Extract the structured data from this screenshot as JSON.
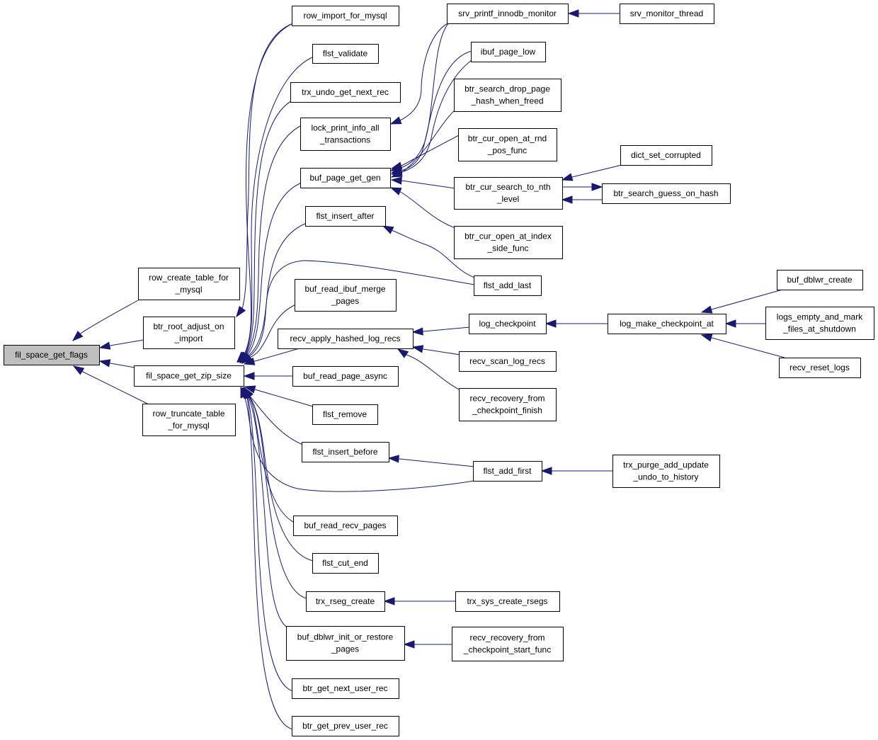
{
  "graph": {
    "nodes": [
      {
        "id": "fil_space_get_flags",
        "lines": [
          "fil_space_get_flags"
        ],
        "root": true
      },
      {
        "id": "row_create_table_for_mysql",
        "lines": [
          "row_create_table_for",
          "_mysql"
        ]
      },
      {
        "id": "btr_root_adjust_on_import",
        "lines": [
          "btr_root_adjust_on",
          "_import"
        ]
      },
      {
        "id": "fil_space_get_zip_size",
        "lines": [
          "fil_space_get_zip_size"
        ]
      },
      {
        "id": "row_truncate_table_for_mysql",
        "lines": [
          "row_truncate_table",
          "_for_mysql"
        ]
      },
      {
        "id": "row_import_for_mysql",
        "lines": [
          "row_import_for_mysql"
        ]
      },
      {
        "id": "flst_validate",
        "lines": [
          "flst_validate"
        ]
      },
      {
        "id": "trx_undo_get_next_rec",
        "lines": [
          "trx_undo_get_next_rec"
        ]
      },
      {
        "id": "lock_print_info_all_transactions",
        "lines": [
          "lock_print_info_all",
          "_transactions"
        ]
      },
      {
        "id": "buf_page_get_gen",
        "lines": [
          "buf_page_get_gen"
        ]
      },
      {
        "id": "flst_insert_after",
        "lines": [
          "flst_insert_after"
        ]
      },
      {
        "id": "buf_read_ibuf_merge_pages",
        "lines": [
          "buf_read_ibuf_merge",
          "_pages"
        ]
      },
      {
        "id": "recv_apply_hashed_log_recs",
        "lines": [
          "recv_apply_hashed_log_recs"
        ]
      },
      {
        "id": "buf_read_page_async",
        "lines": [
          "buf_read_page_async"
        ]
      },
      {
        "id": "flst_remove",
        "lines": [
          "flst_remove"
        ]
      },
      {
        "id": "flst_insert_before",
        "lines": [
          "flst_insert_before"
        ]
      },
      {
        "id": "buf_read_recv_pages",
        "lines": [
          "buf_read_recv_pages"
        ]
      },
      {
        "id": "flst_cut_end",
        "lines": [
          "flst_cut_end"
        ]
      },
      {
        "id": "trx_rseg_create",
        "lines": [
          "trx_rseg_create"
        ]
      },
      {
        "id": "buf_dblwr_init_or_restore_pages",
        "lines": [
          "buf_dblwr_init_or_restore",
          "_pages"
        ]
      },
      {
        "id": "btr_get_next_user_rec",
        "lines": [
          "btr_get_next_user_rec"
        ]
      },
      {
        "id": "btr_get_prev_user_rec",
        "lines": [
          "btr_get_prev_user_rec"
        ]
      },
      {
        "id": "srv_printf_innodb_monitor",
        "lines": [
          "srv_printf_innodb_monitor"
        ]
      },
      {
        "id": "ibuf_page_low",
        "lines": [
          "ibuf_page_low"
        ]
      },
      {
        "id": "btr_search_drop_page_hash_when_freed",
        "lines": [
          "btr_search_drop_page",
          "_hash_when_freed"
        ]
      },
      {
        "id": "btr_cur_open_at_rnd_pos_func",
        "lines": [
          "btr_cur_open_at_rnd",
          "_pos_func"
        ]
      },
      {
        "id": "btr_cur_search_to_nth_level",
        "lines": [
          "btr_cur_search_to_nth",
          "_level"
        ]
      },
      {
        "id": "btr_cur_open_at_index_side_func",
        "lines": [
          "btr_cur_open_at_index",
          "_side_func"
        ]
      },
      {
        "id": "flst_add_last",
        "lines": [
          "flst_add_last"
        ]
      },
      {
        "id": "log_checkpoint",
        "lines": [
          "log_checkpoint"
        ]
      },
      {
        "id": "recv_scan_log_recs",
        "lines": [
          "recv_scan_log_recs"
        ]
      },
      {
        "id": "recv_recovery_from_checkpoint_finish",
        "lines": [
          "recv_recovery_from",
          "_checkpoint_finish"
        ]
      },
      {
        "id": "flst_add_first",
        "lines": [
          "flst_add_first"
        ]
      },
      {
        "id": "trx_sys_create_rsegs",
        "lines": [
          "trx_sys_create_rsegs"
        ]
      },
      {
        "id": "recv_recovery_from_checkpoint_start_func",
        "lines": [
          "recv_recovery_from",
          "_checkpoint_start_func"
        ]
      },
      {
        "id": "srv_monitor_thread",
        "lines": [
          "srv_monitor_thread"
        ]
      },
      {
        "id": "dict_set_corrupted",
        "lines": [
          "dict_set_corrupted"
        ]
      },
      {
        "id": "btr_search_guess_on_hash",
        "lines": [
          "btr_search_guess_on_hash"
        ]
      },
      {
        "id": "log_make_checkpoint_at",
        "lines": [
          "log_make_checkpoint_at"
        ]
      },
      {
        "id": "trx_purge_add_update_undo_to_history",
        "lines": [
          "trx_purge_add_update",
          "_undo_to_history"
        ]
      },
      {
        "id": "buf_dblwr_create",
        "lines": [
          "buf_dblwr_create"
        ]
      },
      {
        "id": "logs_empty_and_mark_files_at_shutdown",
        "lines": [
          "logs_empty_and_mark",
          "_files_at_shutdown"
        ]
      },
      {
        "id": "recv_reset_logs",
        "lines": [
          "recv_reset_logs"
        ]
      }
    ],
    "edges": [
      {
        "from": "row_create_table_for_mysql",
        "to": "fil_space_get_flags"
      },
      {
        "from": "btr_root_adjust_on_import",
        "to": "fil_space_get_flags"
      },
      {
        "from": "fil_space_get_zip_size",
        "to": "fil_space_get_flags"
      },
      {
        "from": "row_truncate_table_for_mysql",
        "to": "fil_space_get_flags"
      },
      {
        "from": "row_import_for_mysql",
        "to": "btr_root_adjust_on_import"
      },
      {
        "from": "row_import_for_mysql",
        "to": "fil_space_get_zip_size"
      },
      {
        "from": "flst_validate",
        "to": "fil_space_get_zip_size"
      },
      {
        "from": "trx_undo_get_next_rec",
        "to": "fil_space_get_zip_size"
      },
      {
        "from": "lock_print_info_all_transactions",
        "to": "fil_space_get_zip_size"
      },
      {
        "from": "buf_page_get_gen",
        "to": "fil_space_get_zip_size"
      },
      {
        "from": "flst_insert_after",
        "to": "fil_space_get_zip_size"
      },
      {
        "from": "flst_add_last",
        "to": "fil_space_get_zip_size"
      },
      {
        "from": "buf_read_ibuf_merge_pages",
        "to": "fil_space_get_zip_size"
      },
      {
        "from": "recv_apply_hashed_log_recs",
        "to": "fil_space_get_zip_size"
      },
      {
        "from": "buf_read_page_async",
        "to": "fil_space_get_zip_size"
      },
      {
        "from": "flst_remove",
        "to": "fil_space_get_zip_size"
      },
      {
        "from": "flst_insert_before",
        "to": "fil_space_get_zip_size"
      },
      {
        "from": "flst_add_first",
        "to": "fil_space_get_zip_size"
      },
      {
        "from": "buf_read_recv_pages",
        "to": "fil_space_get_zip_size"
      },
      {
        "from": "flst_cut_end",
        "to": "fil_space_get_zip_size"
      },
      {
        "from": "trx_rseg_create",
        "to": "fil_space_get_zip_size"
      },
      {
        "from": "buf_dblwr_init_or_restore_pages",
        "to": "fil_space_get_zip_size"
      },
      {
        "from": "btr_get_next_user_rec",
        "to": "fil_space_get_zip_size"
      },
      {
        "from": "btr_get_prev_user_rec",
        "to": "fil_space_get_zip_size"
      },
      {
        "from": "srv_printf_innodb_monitor",
        "to": "lock_print_info_all_transactions"
      },
      {
        "from": "srv_monitor_thread",
        "to": "srv_printf_innodb_monitor"
      },
      {
        "from": "srv_printf_innodb_monitor",
        "to": "buf_page_get_gen"
      },
      {
        "from": "ibuf_page_low",
        "to": "buf_page_get_gen"
      },
      {
        "from": "ibuf_page_low",
        "to": "buf_page_get_gen",
        "variant": 2
      },
      {
        "from": "btr_search_drop_page_hash_when_freed",
        "to": "buf_page_get_gen"
      },
      {
        "from": "btr_cur_open_at_rnd_pos_func",
        "to": "buf_page_get_gen"
      },
      {
        "from": "btr_cur_search_to_nth_level",
        "to": "buf_page_get_gen"
      },
      {
        "from": "btr_cur_open_at_index_side_func",
        "to": "buf_page_get_gen"
      },
      {
        "from": "dict_set_corrupted",
        "to": "btr_cur_search_to_nth_level"
      },
      {
        "from": "btr_search_guess_on_hash",
        "to": "btr_cur_search_to_nth_level"
      },
      {
        "from": "btr_cur_search_to_nth_level",
        "to": "btr_search_guess_on_hash"
      },
      {
        "from": "flst_add_last",
        "to": "flst_insert_after"
      },
      {
        "from": "log_checkpoint",
        "to": "recv_apply_hashed_log_recs"
      },
      {
        "from": "recv_scan_log_recs",
        "to": "recv_apply_hashed_log_recs"
      },
      {
        "from": "recv_recovery_from_checkpoint_finish",
        "to": "recv_apply_hashed_log_recs"
      },
      {
        "from": "log_make_checkpoint_at",
        "to": "log_checkpoint"
      },
      {
        "from": "buf_dblwr_create",
        "to": "log_make_checkpoint_at"
      },
      {
        "from": "logs_empty_and_mark_files_at_shutdown",
        "to": "log_make_checkpoint_at"
      },
      {
        "from": "recv_reset_logs",
        "to": "log_make_checkpoint_at"
      },
      {
        "from": "flst_add_first",
        "to": "flst_insert_before"
      },
      {
        "from": "trx_purge_add_update_undo_to_history",
        "to": "flst_add_first"
      },
      {
        "from": "trx_sys_create_rsegs",
        "to": "trx_rseg_create"
      },
      {
        "from": "recv_recovery_from_checkpoint_start_func",
        "to": "buf_dblwr_init_or_restore_pages"
      }
    ]
  }
}
